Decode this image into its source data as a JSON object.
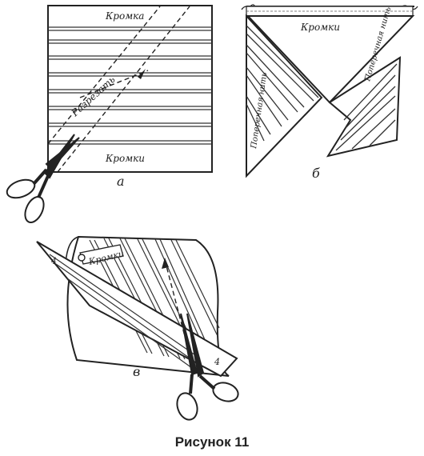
{
  "caption": "Рисунок 11",
  "panel_a": {
    "letter": "а",
    "label_top": "Кромка",
    "label_bottom": "Кромки",
    "label_cut": "Разрезать"
  },
  "panel_b": {
    "letter": "б",
    "label_selvage": "Кромки",
    "label_thread_left": "Поперечная нить",
    "label_thread_right": "Поперечная нить"
  },
  "panel_c": {
    "letter": "в",
    "label_selvage": "Кромки",
    "mark_left": "4",
    "mark_right": "4"
  },
  "colors": {
    "ink": "#222222",
    "paper": "#ffffff"
  }
}
